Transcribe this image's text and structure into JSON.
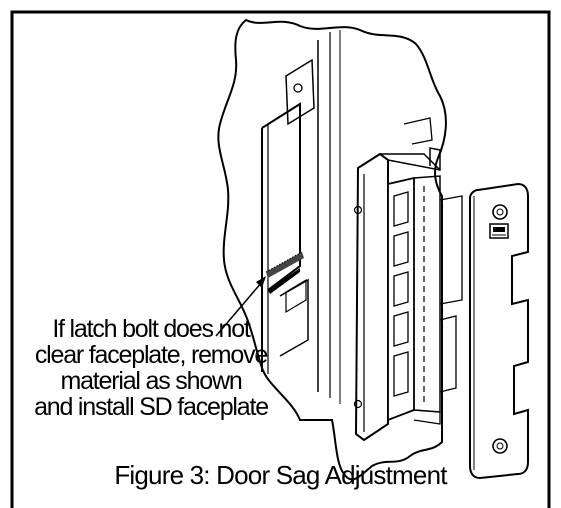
{
  "callout": {
    "lines": [
      "If latch bolt does not",
      "clear faceplate, remove",
      "material as shown",
      "and install SD faceplate"
    ]
  },
  "caption": "Figure 3: Door Sag Adjustment",
  "faceplate_label": "",
  "colors": {
    "line": "#000000",
    "background": "#ffffff"
  }
}
